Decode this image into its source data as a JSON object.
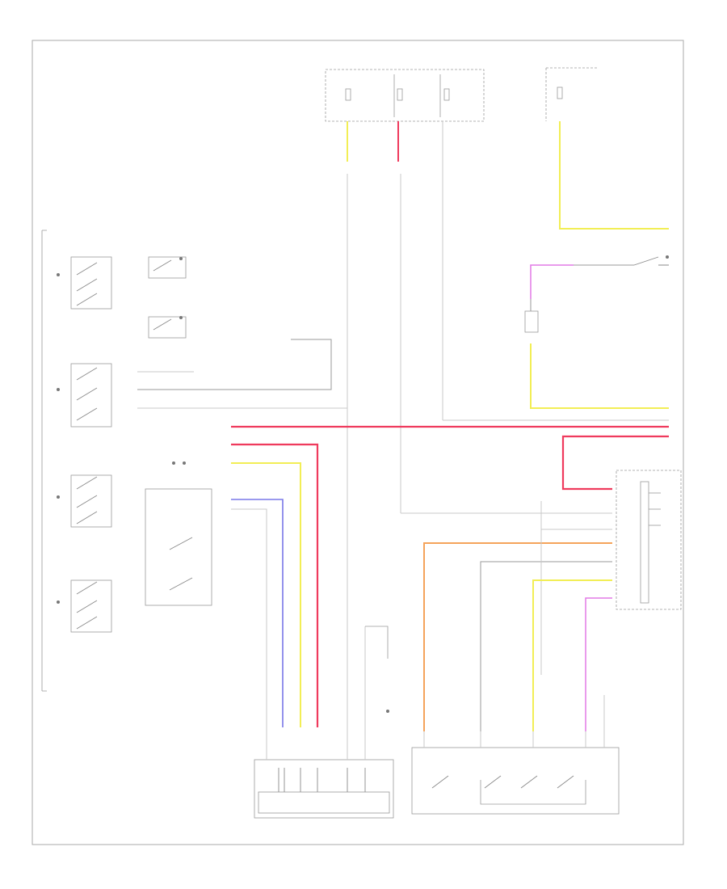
{
  "diagram": {
    "footer_code": "",
    "colors": {
      "yellow": "#f2ee55",
      "red": "#ef3a5d",
      "blue": "#7a78e8",
      "orange": "#f5a35a",
      "magenta": "#e27ae6",
      "gray": "#c8c8c8",
      "frame": "#aaaaaa"
    },
    "components": [
      {
        "id": "switch-assembly",
        "label": ""
      },
      {
        "id": "fuse-block-top",
        "label": ""
      },
      {
        "id": "fuse-block-right",
        "label": ""
      },
      {
        "id": "left-power-window-regulator",
        "label": ""
      },
      {
        "id": "right-power-window-switch",
        "label": ""
      },
      {
        "id": "rear-power-window-motor",
        "label": ""
      }
    ]
  }
}
